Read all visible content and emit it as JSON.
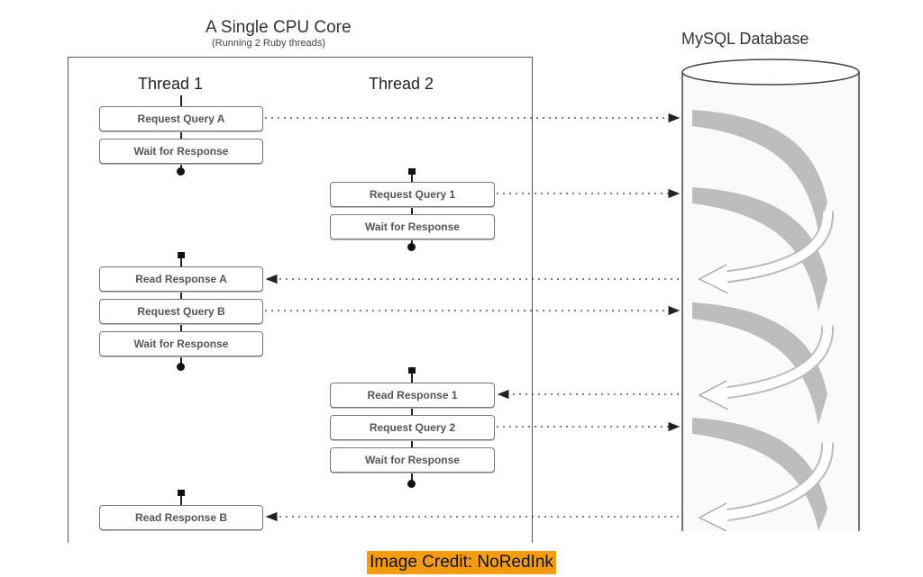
{
  "titles": {
    "cpu": "A Single CPU Core",
    "cpu_sub": "(Running 2 Ruby threads)",
    "db": "MySQL Database"
  },
  "threads": {
    "t1": "Thread 1",
    "t2": "Thread 2"
  },
  "boxes": {
    "req_a": "Request Query A",
    "wait_1": "Wait for Response",
    "req_1": "Request Query 1",
    "wait_2": "Wait for Response",
    "read_a": "Read Response A",
    "req_b": "Request Query B",
    "wait_3": "Wait for Response",
    "read_1": "Read Response 1",
    "req_2": "Request Query 2",
    "wait_4": "Wait for Response",
    "read_b": "Read Response B"
  },
  "credit": "Image Credit: NoRedInk"
}
